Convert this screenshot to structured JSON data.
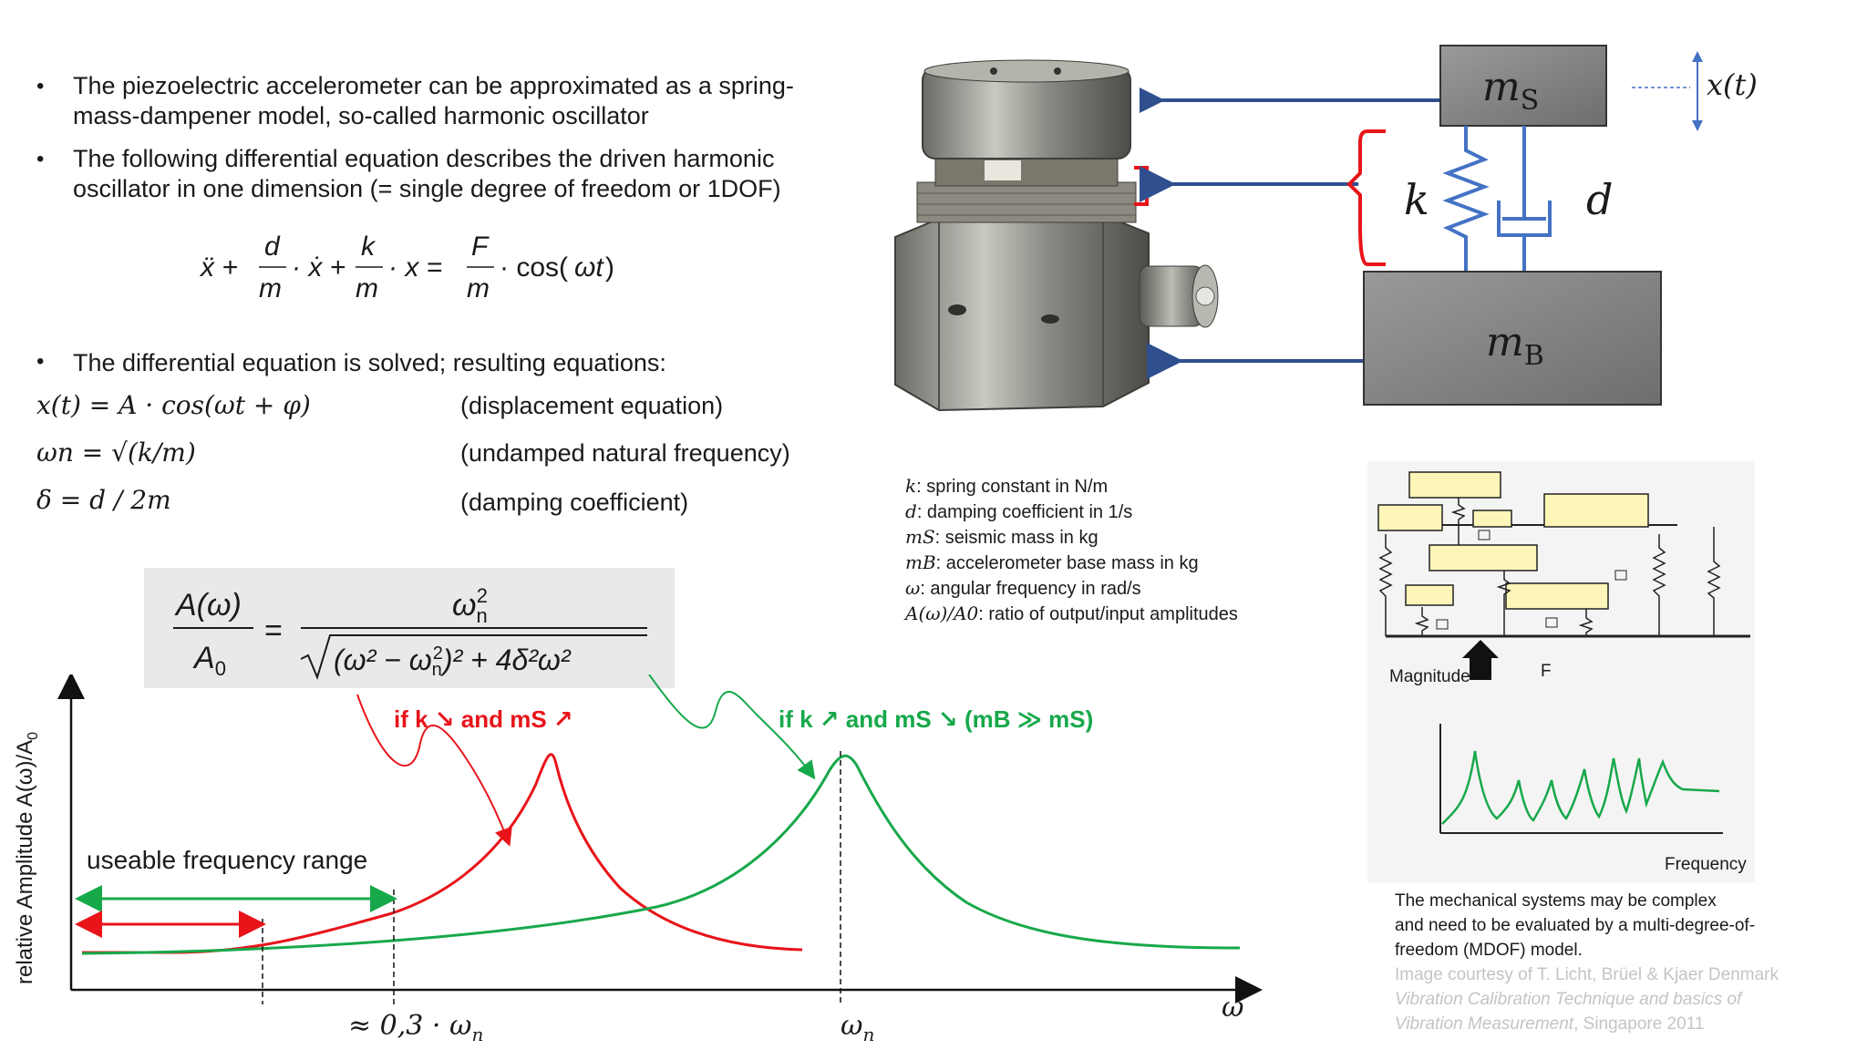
{
  "bullets": [
    "The piezoelectric accelerometer can be approximated as a spring-mass-dampener model, so-called harmonic oscillator",
    "The following differential equation describes the driven harmonic oscillator in one dimension (= single degree of freedom or 1DOF)",
    "The differential equation is solved; resulting equations:"
  ],
  "equations": {
    "diff_eq": "ẍ + (d/m)·ẋ + (k/m)·x = (F/m)·cos(ωt)",
    "displacement": "x(t) = A · cos(ωt + φ)",
    "displacement_desc": "(displacement equation)",
    "natural_freq": "ωn = √(k/m)",
    "natural_freq_desc": "(undamped natural frequency)",
    "damping": "δ = d / 2m",
    "damping_desc": "(damping coefficient)",
    "amplitude": "A(ω)/A0 = ωn² / √((ω² − ωn²)² + 4δ²ω²)"
  },
  "model": {
    "ms": "m",
    "ms_sub": "S",
    "mb": "m",
    "mb_sub": "B",
    "k": "k",
    "d": "d",
    "xt": "x(t)"
  },
  "legend": [
    {
      "sym": "k",
      "text": ": spring constant in N/m"
    },
    {
      "sym": "d",
      "text": ": damping coefficient in 1/s"
    },
    {
      "sym": "mS",
      "text": ": seismic mass in kg"
    },
    {
      "sym": "mB",
      "text": ": accelerometer base mass in kg"
    },
    {
      "sym": "ω",
      "text": ": angular frequency in rad/s"
    },
    {
      "sym": "A(ω)/A0",
      "text": ": ratio of output/input amplitudes"
    }
  ],
  "plot": {
    "ylabel": "relative Amplitude A(ω)/A",
    "ylabel_sub": "0",
    "xlabel": "ω",
    "tick_03": "≈ 0,3 · ω",
    "tick_03_sub": "n",
    "tick_n": "ω",
    "tick_n_sub": "n",
    "useable": "useable frequency range",
    "red_label": "if k ↘ and mS ↗",
    "green_label": "if  k ↗  and  mS ↘  (mB ≫ mS)"
  },
  "mdof": {
    "magnitude": "Magnitude",
    "frequency": "Frequency",
    "force": "F"
  },
  "caption": {
    "line1": "The mechanical systems may be complex",
    "line2": "and need to be evaluated by a multi-degree-of-",
    "line3": "freedom (MDOF) model.",
    "credit1": "Image courtesy of T. Licht, Brüel & Kjaer Denmark",
    "credit2": "Vibration Calibration Technique and basics of",
    "credit3": "Vibration Measurement",
    "credit4": ", Singapore 2011"
  },
  "colors": {
    "red": "#e8141a",
    "green": "#17a84a",
    "blue": "#2f4f8f",
    "spring": "#4472c4"
  }
}
